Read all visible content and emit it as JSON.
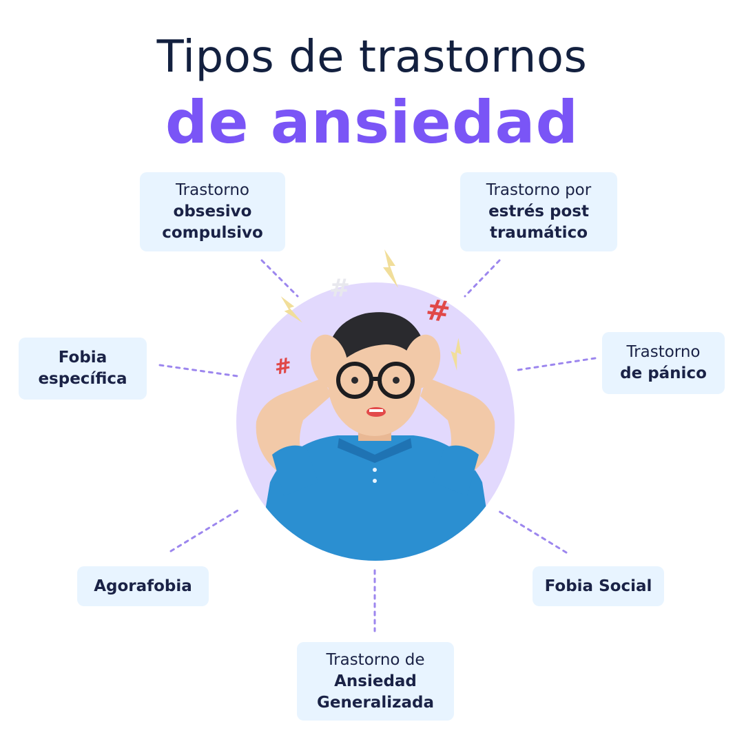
{
  "title": {
    "line1": "Tipos de trastornos",
    "line2": "de ansiedad"
  },
  "colors": {
    "accent": "#7a55f6",
    "title": "#13203f",
    "box_bg": "#e8f4ff",
    "circle": "#e2d9fd",
    "dots": "#9c86ee",
    "shirt": "#2b8fd1"
  },
  "items": [
    {
      "id": "toc",
      "normal": "Trastorno",
      "bold": [
        "obsesivo",
        "compulsivo"
      ]
    },
    {
      "id": "tept",
      "normal": "Trastorno por",
      "bold": [
        "estrés post",
        "traumático"
      ]
    },
    {
      "id": "fobia-especifica",
      "normal": "",
      "bold": [
        "Fobia",
        "específica"
      ]
    },
    {
      "id": "panico",
      "normal": "Trastorno",
      "bold": [
        "de pánico"
      ]
    },
    {
      "id": "agorafobia",
      "normal": "",
      "bold": [
        "Agorafobia"
      ]
    },
    {
      "id": "fobia-social",
      "normal": "",
      "bold": [
        "Fobia Social"
      ]
    },
    {
      "id": "tag",
      "normal": "Trastorno de",
      "bold": [
        "Ansiedad",
        "Generalizada"
      ]
    }
  ],
  "illustration": {
    "subject": "stressed-man-avatar",
    "icons": [
      "lightning-icon",
      "hash-icon",
      "lightning-icon",
      "hash-icon",
      "lightning-icon",
      "hash-icon"
    ]
  }
}
